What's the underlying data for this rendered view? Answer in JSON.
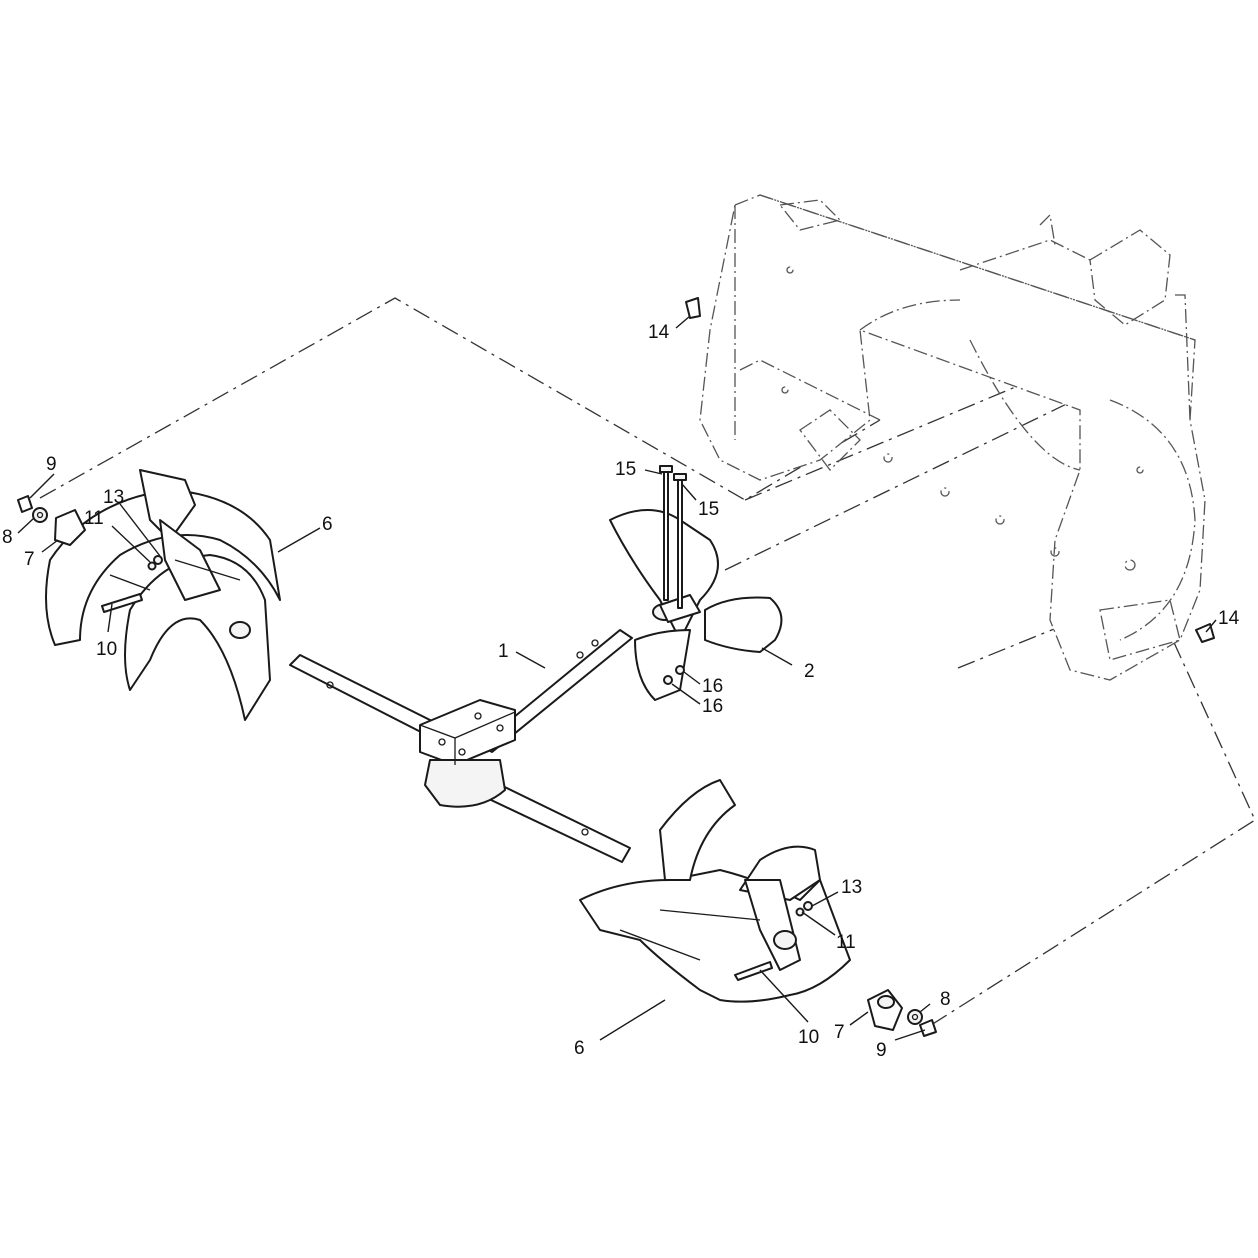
{
  "callouts": {
    "c1": "1",
    "c2": "2",
    "c6a": "6",
    "c6b": "6",
    "c7a": "7",
    "c7b": "7",
    "c8a": "8",
    "c8b": "8",
    "c9a": "9",
    "c9b": "9",
    "c10a": "10",
    "c10b": "10",
    "c11a": "11",
    "c11b": "11",
    "c13a": "13",
    "c13b": "13",
    "c14a": "14",
    "c14b": "14",
    "c15a": "15",
    "c15b": "15",
    "c16a": "16",
    "c16b": "16"
  }
}
